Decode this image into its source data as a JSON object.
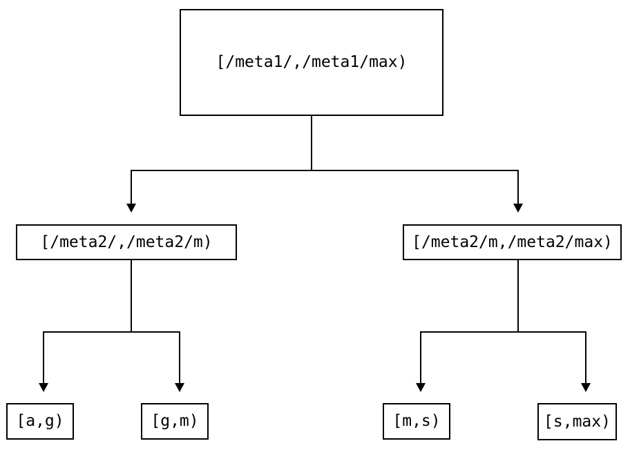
{
  "diagram": {
    "type": "tree",
    "description": "Key-range partition tree",
    "colors": {
      "stroke": "#000000",
      "text": "#000000",
      "background": "#ffffff"
    },
    "nodes": {
      "root": {
        "label": "[/meta1/,/meta1/max)"
      },
      "mid_left": {
        "label": "[/meta2/,/meta2/m)"
      },
      "mid_right": {
        "label": "[/meta2/m,/meta2/max)"
      },
      "leaf_ag": {
        "label": "[a,g)"
      },
      "leaf_gm": {
        "label": "[g,m)"
      },
      "leaf_ms": {
        "label": "[m,s)"
      },
      "leaf_smax": {
        "label": "[s,max)"
      }
    },
    "edges": [
      {
        "from": "root",
        "to": "mid_left"
      },
      {
        "from": "root",
        "to": "mid_right"
      },
      {
        "from": "mid_left",
        "to": "leaf_ag"
      },
      {
        "from": "mid_left",
        "to": "leaf_gm"
      },
      {
        "from": "mid_right",
        "to": "leaf_ms"
      },
      {
        "from": "mid_right",
        "to": "leaf_smax"
      }
    ]
  }
}
